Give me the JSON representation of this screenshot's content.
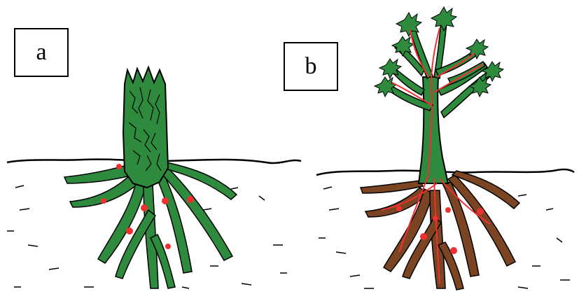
{
  "panels": [
    {
      "label": "a",
      "state": "stump"
    },
    {
      "label": "b",
      "state": "tree"
    }
  ],
  "colors": {
    "stem_green": "#2e8b3e",
    "root_brown": "#7b4423",
    "infection_red": "#f03030",
    "outline": "#000000",
    "ground": "#000000"
  }
}
